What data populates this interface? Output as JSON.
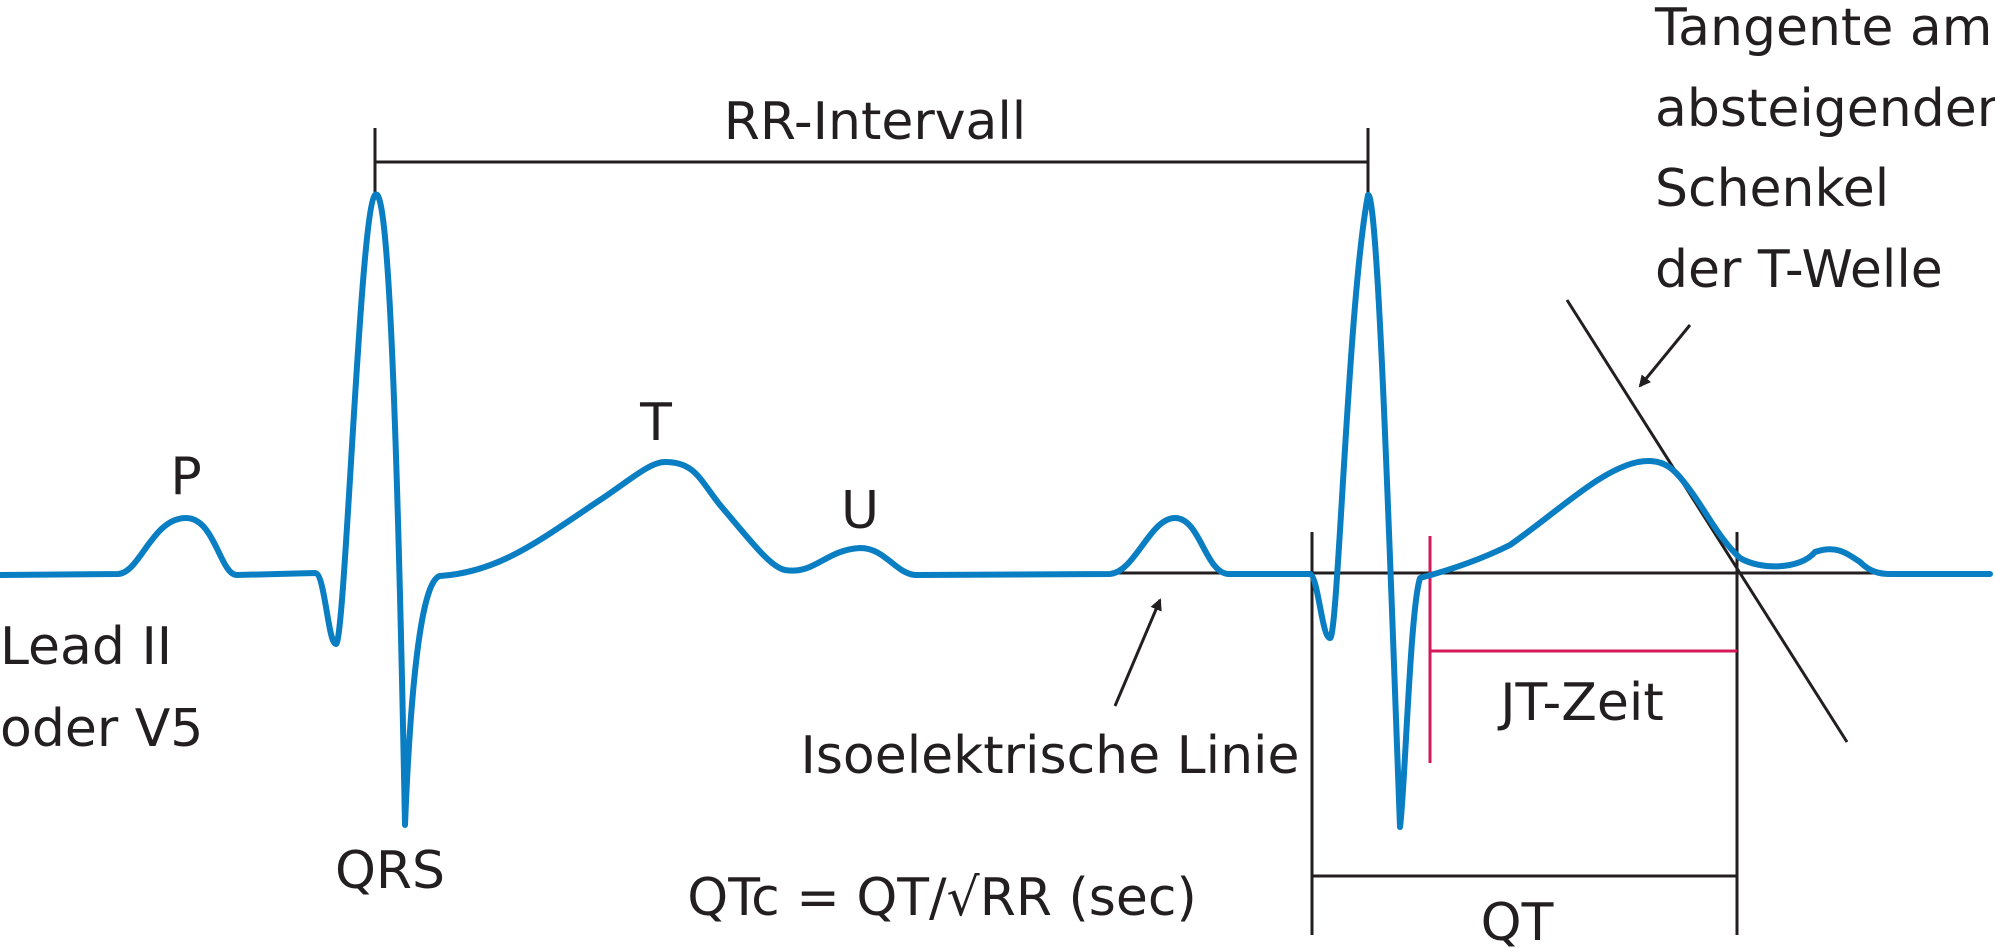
{
  "labels": {
    "rr_interval": "RR-Intervall",
    "p_wave": "P",
    "t_wave": "T",
    "u_wave": "U",
    "qrs": "QRS",
    "lead_line1": "Lead II",
    "lead_line2": "oder V5",
    "isoelectric": "Isoelektrische Linie",
    "jt_time": "JT-Zeit",
    "qt": "QT",
    "formula": "QTc = QT/√RR (sec)",
    "tangent_line1": "Tangente am",
    "tangent_line2": "absteigenden",
    "tangent_line3": "Schenkel",
    "tangent_line4": "der T-Welle"
  },
  "colors": {
    "ecg_trace": "#0a7ec2",
    "lines": "#231f20",
    "jt_marker": "#d6185a"
  }
}
